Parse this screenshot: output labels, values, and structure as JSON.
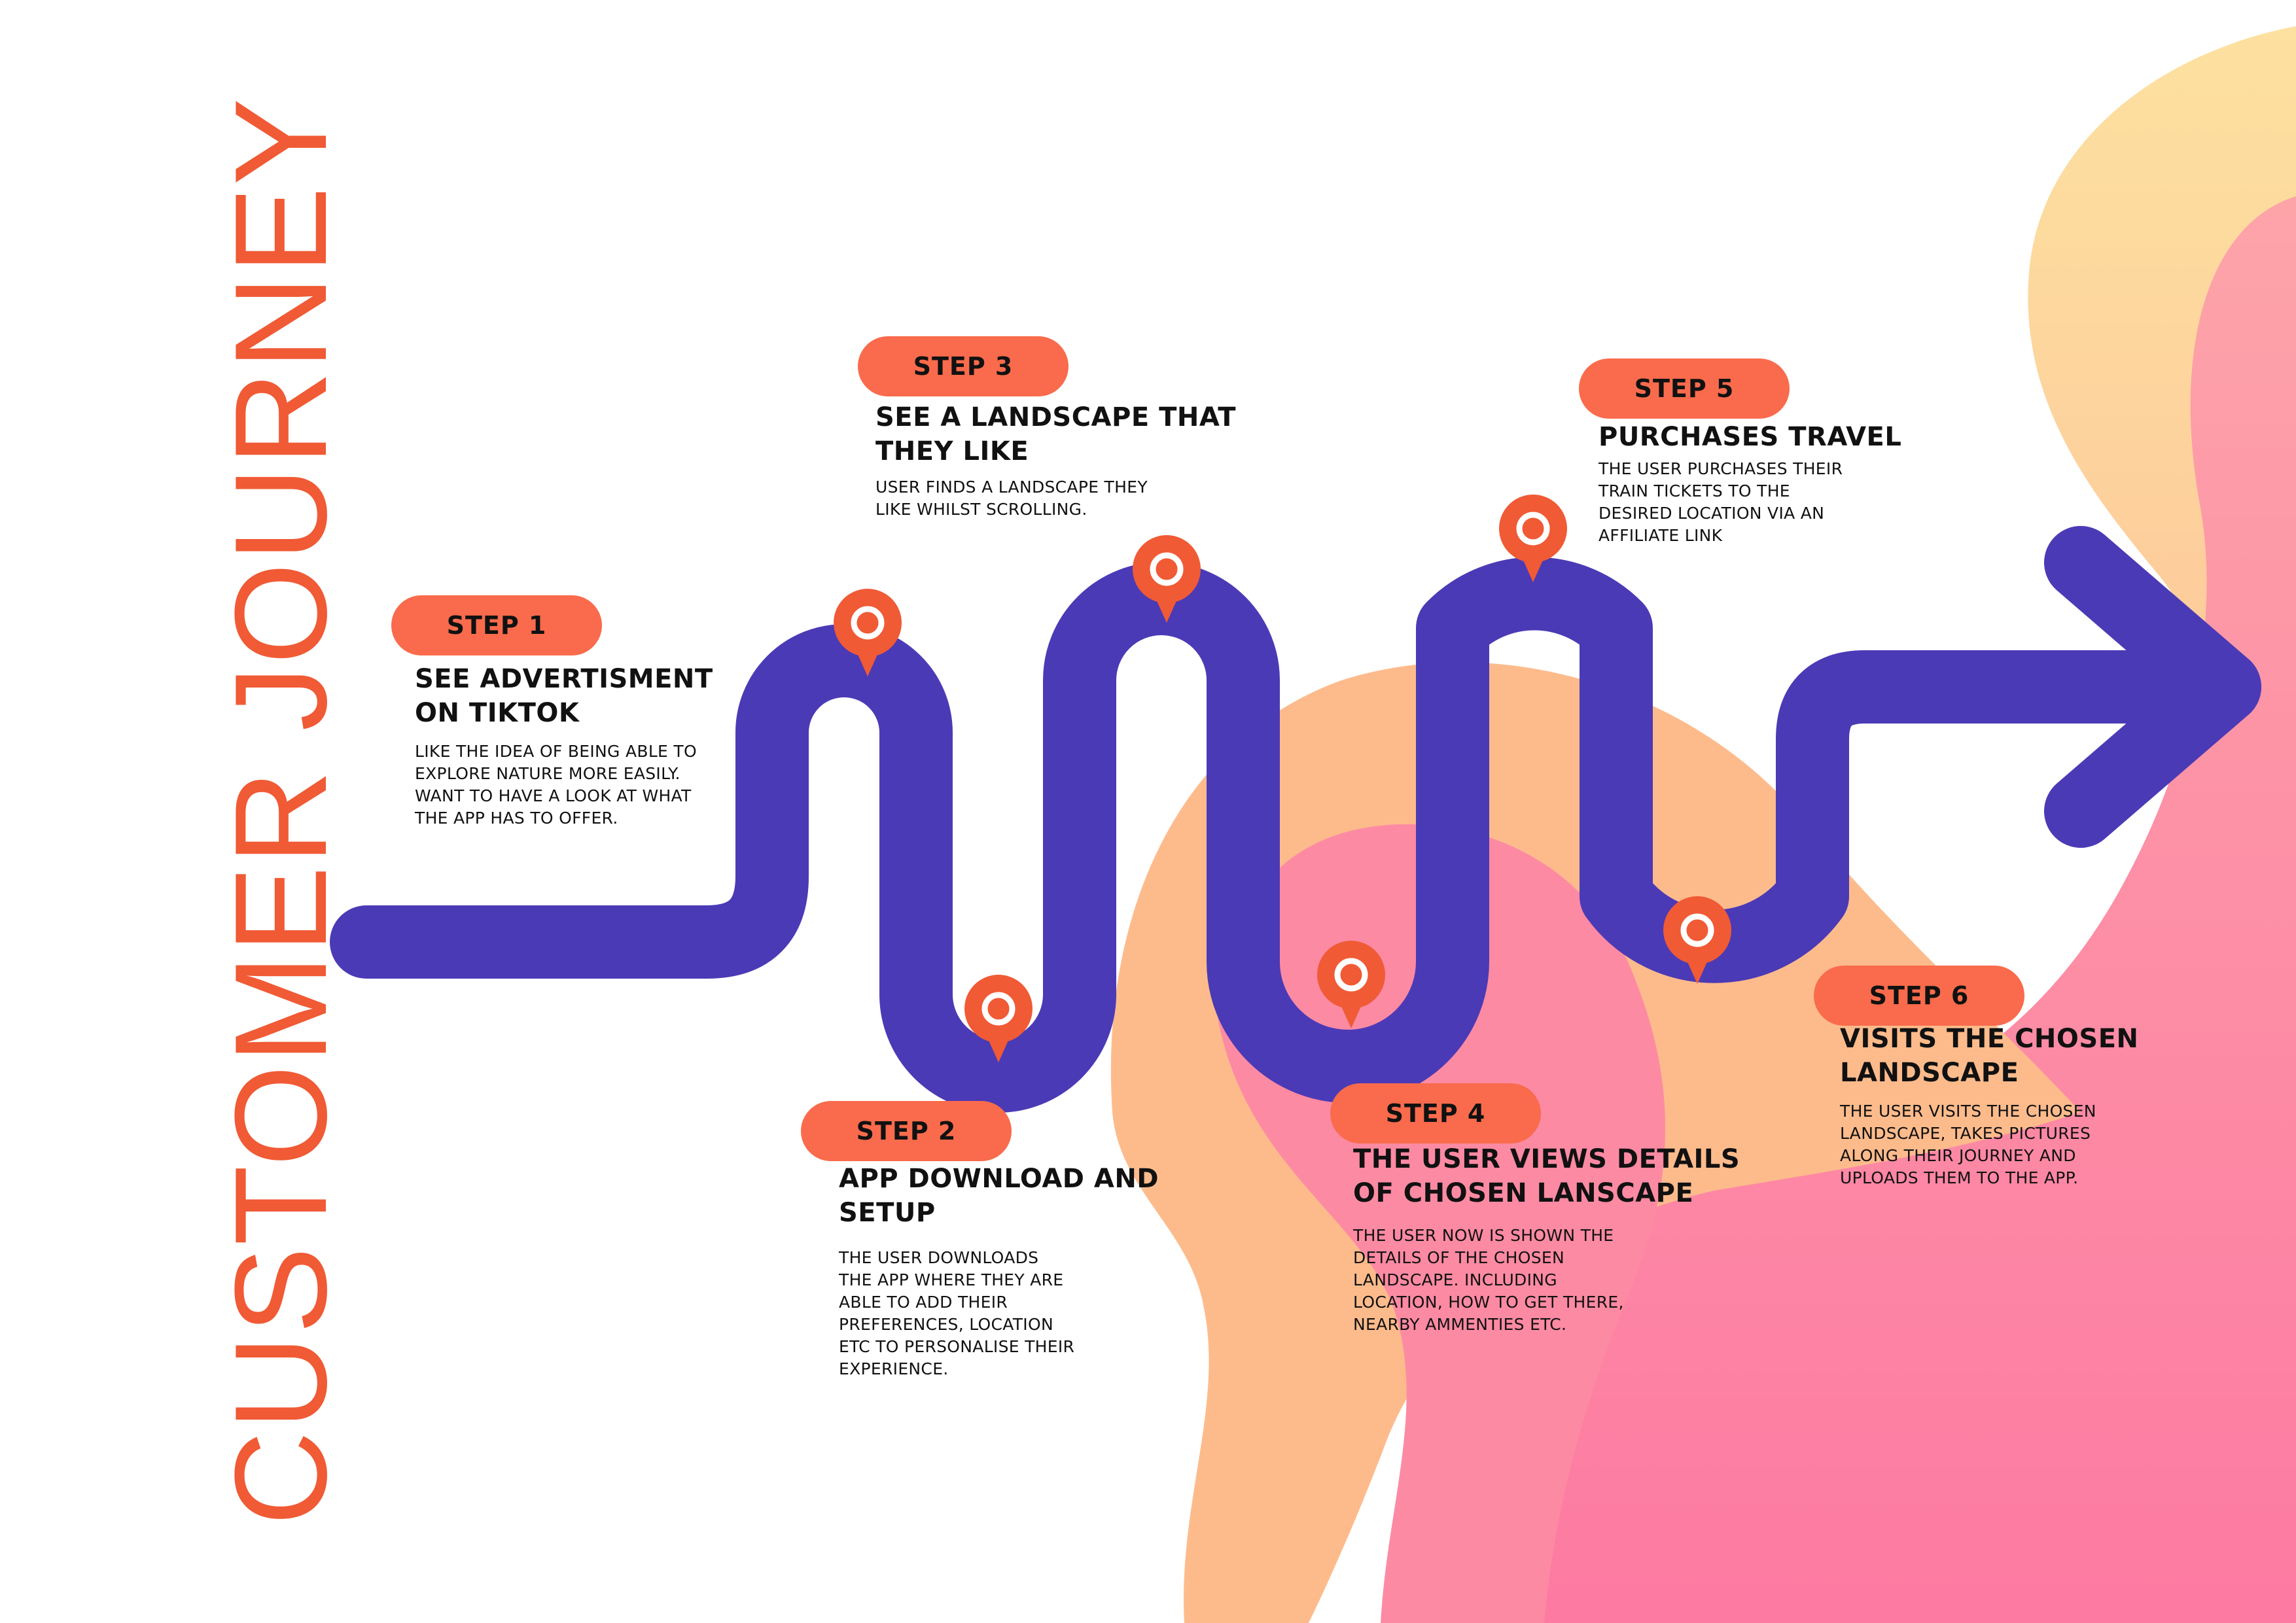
{
  "title": "CUSTOMER JOURNEY",
  "colors": {
    "accent": "#f05a35",
    "pill": "#f96b4c",
    "path": "#4b3ab5",
    "blob_yellow": "#fde1a0",
    "blob_peach": "#fdbb8c",
    "blob_pink": "#fd8aa3"
  },
  "icons": {
    "marker": "map-pin-icon",
    "arrow": "arrow-right-icon"
  },
  "steps": [
    {
      "label": "STEP 1",
      "heading_lines": [
        "SEE ADVERTISMENT",
        "ON TIKTOK"
      ],
      "body_lines": [
        "LIKE THE IDEA OF BEING ABLE TO",
        "EXPLORE NATURE MORE EASILY.",
        "WANT TO HAVE A LOOK AT WHAT",
        "THE APP HAS TO OFFER."
      ]
    },
    {
      "label": "STEP 2",
      "heading_lines": [
        "APP DOWNLOAD AND",
        "SETUP"
      ],
      "body_lines": [
        "THE USER DOWNLOADS",
        "THE APP WHERE THEY ARE",
        "ABLE TO ADD THEIR",
        "PREFERENCES, LOCATION",
        "ETC TO PERSONALISE THEIR",
        "EXPERIENCE."
      ]
    },
    {
      "label": "STEP 3",
      "heading_lines": [
        "SEE A LANDSCAPE THAT",
        "THEY LIKE"
      ],
      "body_lines": [
        "USER FINDS A LANDSCAPE THEY",
        "LIKE WHILST SCROLLING."
      ]
    },
    {
      "label": "STEP 4",
      "heading_lines": [
        "THE USER VIEWS DETAILS",
        "OF CHOSEN LANSCAPE"
      ],
      "body_lines": [
        "THE USER NOW IS SHOWN THE",
        "DETAILS OF THE CHOSEN",
        "LANDSCAPE. INCLUDING",
        "LOCATION, HOW TO GET THERE,",
        "NEARBY AMMENTIES ETC."
      ]
    },
    {
      "label": "STEP 5",
      "heading_lines": [
        "PURCHASES TRAVEL"
      ],
      "body_lines": [
        "THE USER PURCHASES THEIR",
        "TRAIN TICKETS TO THE",
        "DESIRED LOCATION VIA AN",
        "AFFILIATE LINK"
      ]
    },
    {
      "label": "STEP 6",
      "heading_lines": [
        "VISITS THE CHOSEN",
        "LANDSCAPE"
      ],
      "body_lines": [
        "THE USER VISITS THE CHOSEN",
        "LANDSCAPE, TAKES PICTURES",
        "ALONG THEIR JOURNEY AND",
        "UPLOADS THEM TO THE APP."
      ]
    }
  ]
}
